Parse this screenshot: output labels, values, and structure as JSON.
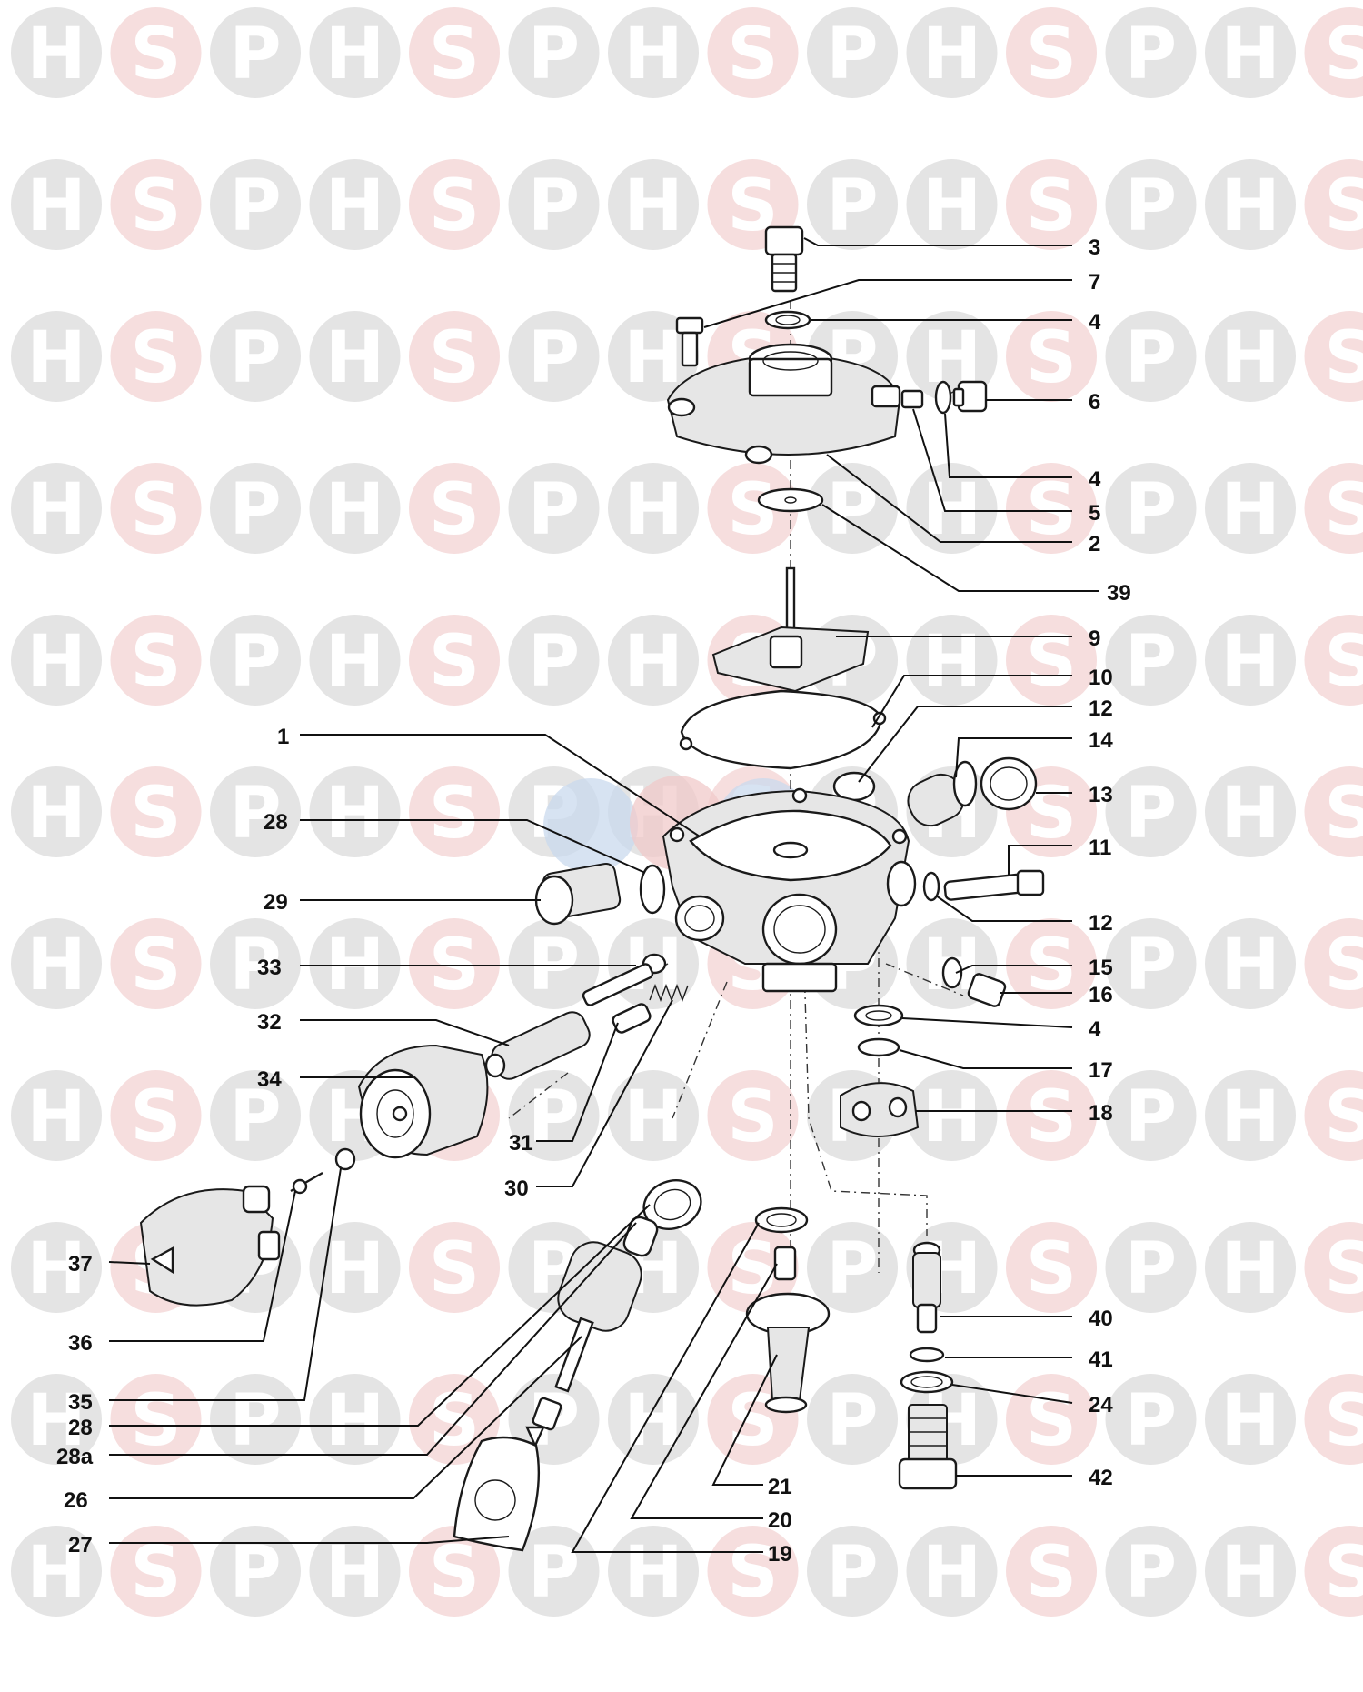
{
  "watermark": {
    "letters": [
      "H",
      "S",
      "P"
    ],
    "circle_colors": [
      "#e4e4e4",
      "#f6dede",
      "#e4e4e4"
    ],
    "letter_colors": [
      "#ffffff",
      "#ffffff",
      "#ffffff"
    ],
    "center_logo_colors": [
      "#c9d9ee",
      "#f0caca",
      "#c9d9ee"
    ]
  },
  "callouts": [
    {
      "id": "c-3",
      "text": "3"
    },
    {
      "id": "c-7",
      "text": "7"
    },
    {
      "id": "c-4a",
      "text": "4"
    },
    {
      "id": "c-6",
      "text": "6"
    },
    {
      "id": "c-4b",
      "text": "4"
    },
    {
      "id": "c-5",
      "text": "5"
    },
    {
      "id": "c-2",
      "text": "2"
    },
    {
      "id": "c-39",
      "text": "39"
    },
    {
      "id": "c-9",
      "text": "9"
    },
    {
      "id": "c-10",
      "text": "10"
    },
    {
      "id": "c-12a",
      "text": "12"
    },
    {
      "id": "c-14",
      "text": "14"
    },
    {
      "id": "c-13",
      "text": "13"
    },
    {
      "id": "c-11",
      "text": "11"
    },
    {
      "id": "c-12b",
      "text": "12"
    },
    {
      "id": "c-15",
      "text": "15"
    },
    {
      "id": "c-16",
      "text": "16"
    },
    {
      "id": "c-4c",
      "text": "4"
    },
    {
      "id": "c-17",
      "text": "17"
    },
    {
      "id": "c-18",
      "text": "18"
    },
    {
      "id": "c-1",
      "text": "1"
    },
    {
      "id": "c-28a1",
      "text": "28"
    },
    {
      "id": "c-29",
      "text": "29"
    },
    {
      "id": "c-33",
      "text": "33"
    },
    {
      "id": "c-32",
      "text": "32"
    },
    {
      "id": "c-34",
      "text": "34"
    },
    {
      "id": "c-31",
      "text": "31"
    },
    {
      "id": "c-30",
      "text": "30"
    },
    {
      "id": "c-37",
      "text": "37"
    },
    {
      "id": "c-36",
      "text": "36"
    },
    {
      "id": "c-35",
      "text": "35"
    },
    {
      "id": "c-28b",
      "text": "28"
    },
    {
      "id": "c-28a",
      "text": "28a"
    },
    {
      "id": "c-26",
      "text": "26"
    },
    {
      "id": "c-27",
      "text": "27"
    },
    {
      "id": "c-19",
      "text": "19"
    },
    {
      "id": "c-20",
      "text": "20"
    },
    {
      "id": "c-21",
      "text": "21"
    },
    {
      "id": "c-40",
      "text": "40"
    },
    {
      "id": "c-41",
      "text": "41"
    },
    {
      "id": "c-24",
      "text": "24"
    },
    {
      "id": "c-42",
      "text": "42"
    }
  ]
}
